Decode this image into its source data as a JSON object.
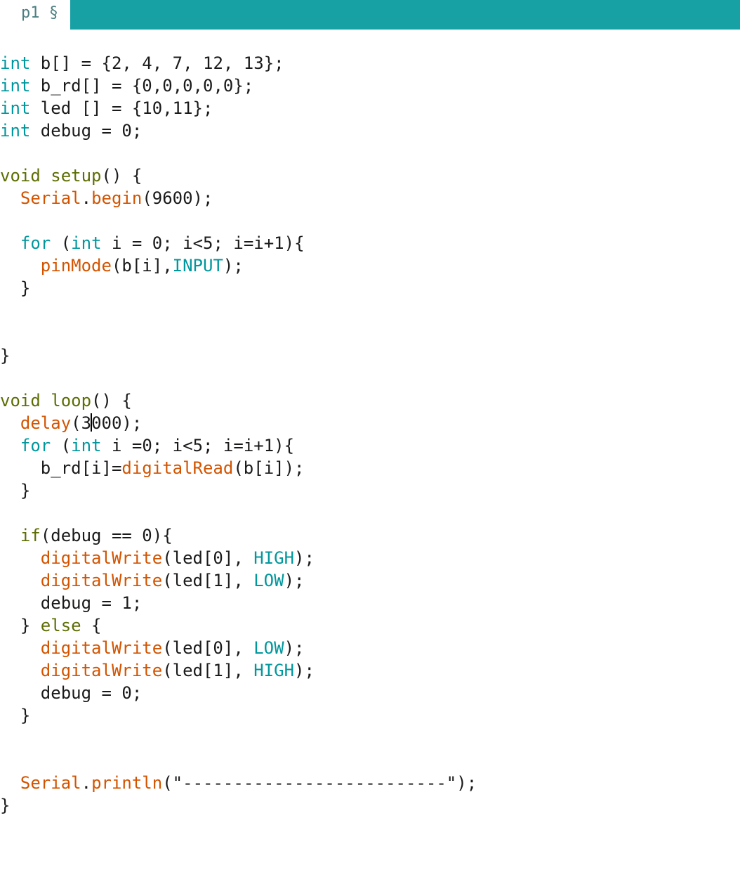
{
  "tab": {
    "label": "p1 §"
  },
  "colors": {
    "tab_bar": "#17a1a5",
    "keyword": "#00979d",
    "function": "#d35400",
    "control": "#5e6d03",
    "text": "#1a1a1a"
  },
  "code": {
    "lines": [
      [
        "int",
        " b[] = {2, 4, 7, 12, 13};"
      ],
      [
        "int",
        " b_rd[] = {0,0,0,0,0};"
      ],
      [
        "int",
        " led [] = {10,11};"
      ],
      [
        "int",
        " debug = 0;"
      ],
      [
        "void",
        " ",
        "setup",
        "() {"
      ],
      [
        "  ",
        "Serial",
        ".",
        "begin",
        "(9600);"
      ],
      [
        "  ",
        "for",
        " (",
        "int",
        " i = 0; i<5; i=i+1){"
      ],
      [
        "    ",
        "pinMode",
        "(b[i],",
        "INPUT",
        ");"
      ],
      [
        "  }"
      ],
      [
        "}"
      ],
      [
        "void",
        " ",
        "loop",
        "() {"
      ],
      [
        "  ",
        "delay",
        "(3",
        "000);"
      ],
      [
        "  ",
        "for",
        " (",
        "int",
        " i =0; i<5; i=i+1){"
      ],
      [
        "    b_rd[i]=",
        "digitalRead",
        "(b[i]);"
      ],
      [
        "  }"
      ],
      [
        "  ",
        "if",
        "(debug == 0){"
      ],
      [
        "    ",
        "digitalWrite",
        "(led[0], ",
        "HIGH",
        ");"
      ],
      [
        "    ",
        "digitalWrite",
        "(led[1], ",
        "LOW",
        ");"
      ],
      [
        "    debug = 1;"
      ],
      [
        "  } ",
        "else",
        " {"
      ],
      [
        "    ",
        "digitalWrite",
        "(led[0], ",
        "LOW",
        ");"
      ],
      [
        "    ",
        "digitalWrite",
        "(led[1], ",
        "HIGH",
        ");"
      ],
      [
        "    debug = 0;"
      ],
      [
        "  }"
      ],
      [
        "  ",
        "Serial",
        ".",
        "println",
        "(\"--------------------------\");"
      ],
      [
        "}"
      ]
    ]
  }
}
